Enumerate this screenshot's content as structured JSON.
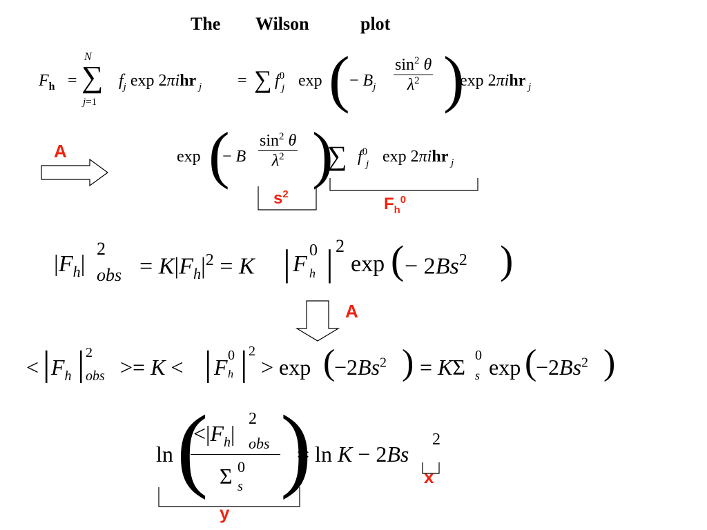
{
  "title": {
    "w1": "The",
    "w2": "Wilson",
    "w3": "plot"
  },
  "labels": {
    "a1": "A",
    "a2": "A",
    "s2": "s",
    "s2_sup": "2",
    "fh": "F",
    "fh_sub": "h",
    "fh_sup": "0",
    "x": "x",
    "y": "y"
  }
}
